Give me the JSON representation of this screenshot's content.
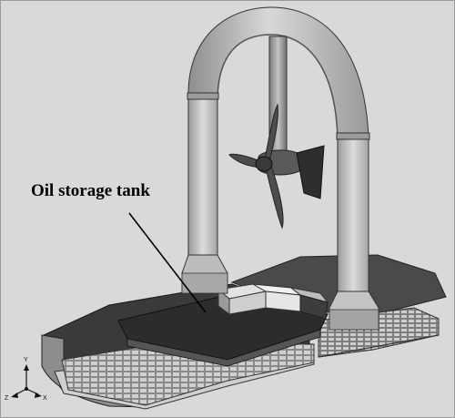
{
  "diagram": {
    "callout_label": "Oil storage tank",
    "triad": {
      "x_label": "X",
      "y_label": "Y",
      "z_label": "Z"
    }
  },
  "colors": {
    "background": "#d9d9d9",
    "deck": "#3c3c3c",
    "tank_top": "#2a2a2a",
    "arch": "#b9b9b9",
    "grating": "#6b6b6b"
  }
}
